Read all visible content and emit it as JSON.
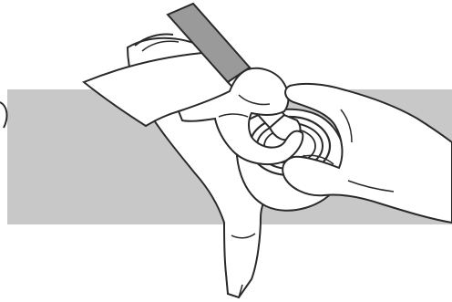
{
  "illustration": {
    "colors": {
      "background": "#ffffff",
      "band": "#c8c8c8",
      "stroke": "#2a2a2a",
      "fill": "#ffffff",
      "swab_handle": "#9a9a9a"
    },
    "elements": [
      "gray-band",
      "lens-body",
      "lens-mount-ring",
      "cleaning-tissue",
      "swab-handle",
      "left-hand",
      "right-hand"
    ]
  }
}
